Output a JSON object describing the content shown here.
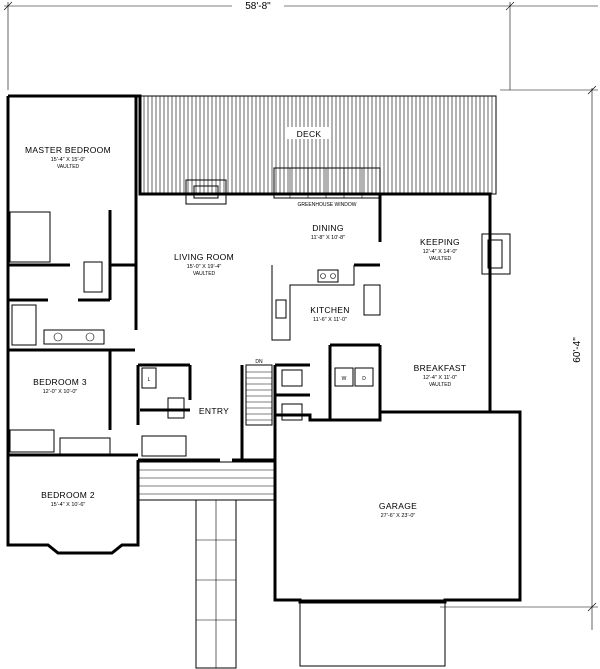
{
  "dimensions": {
    "width": "58'-8\"",
    "depth": "60'-4\""
  },
  "rooms": {
    "deck": {
      "name": "DECK"
    },
    "master_bedroom": {
      "name": "MASTER BEDROOM",
      "size": "15'-4\" X 15'-0\"",
      "note": "VAULTED"
    },
    "living_room": {
      "name": "LIVING ROOM",
      "size": "15'-0\" X 19'-4\"",
      "note": "VAULTED"
    },
    "dining": {
      "name": "DINING",
      "size": "11'-8\" X 10'-8\""
    },
    "greenhouse": {
      "name": "GREENHOUSE WINDOW"
    },
    "keeping": {
      "name": "KEEPING",
      "size": "12'-4\" X 14'-0\"",
      "note": "VAULTED"
    },
    "kitchen": {
      "name": "KITCHEN",
      "size": "11'-6\" X 11'-0\""
    },
    "breakfast": {
      "name": "BREAKFAST",
      "size": "12'-4\" X 11'-0\"",
      "note": "VAULTED"
    },
    "bedroom3": {
      "name": "BEDROOM 3",
      "size": "12'-0\" X 10'-0\""
    },
    "entry": {
      "name": "ENTRY"
    },
    "bedroom2": {
      "name": "BEDROOM 2",
      "size": "15'-4\" X 10'-6\""
    },
    "garage": {
      "name": "GARAGE",
      "size": "27'-6\" X 23'-0\""
    }
  },
  "symbols": {
    "stair": "DN",
    "laundry_w": "W",
    "laundry_d": "D",
    "linen": "L"
  }
}
